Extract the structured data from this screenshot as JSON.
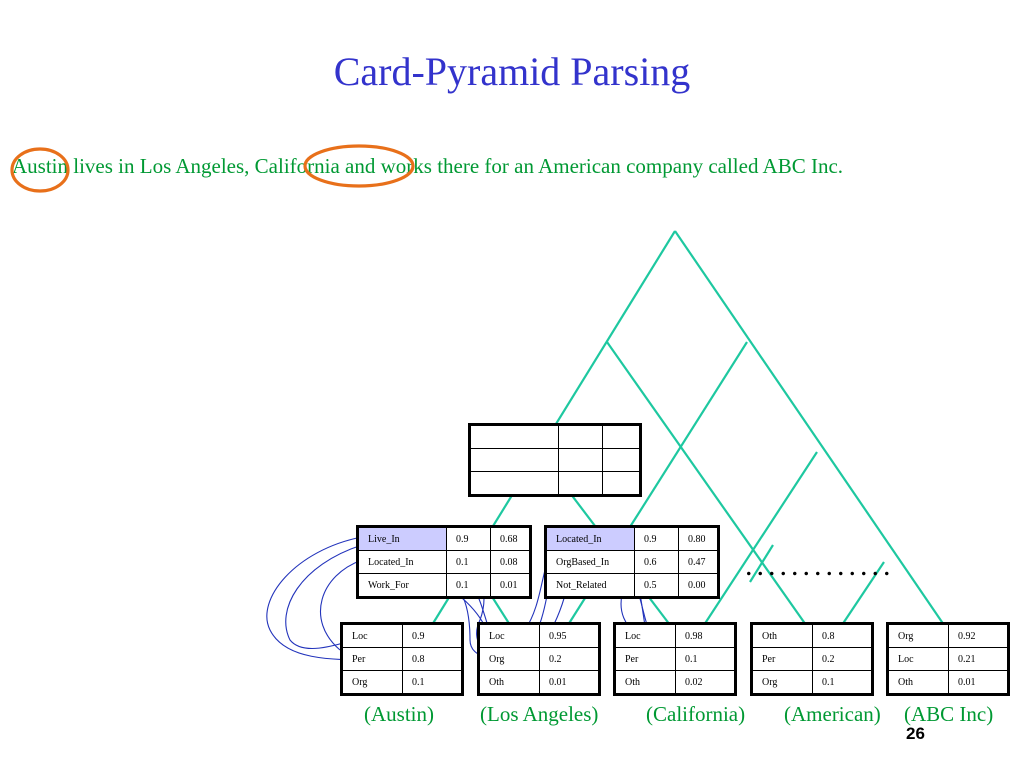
{
  "title": "Card-Pyramid Parsing",
  "sentence": "Austin lives in Los Angeles, California and works there for an American company called ABC Inc.",
  "colors": {
    "title": "#3333cc",
    "text": "#009933",
    "pyramid": "#1ec8a0",
    "circle": "#e8701a",
    "links": "#2233bb",
    "highlight": "#ccccff"
  },
  "relation_tables": [
    {
      "rows": [
        [
          "Live_In",
          "0.9",
          "0.68"
        ],
        [
          "Located_In",
          "0.1",
          "0.08"
        ],
        [
          "Work_For",
          "0.1",
          "0.01"
        ]
      ]
    },
    {
      "rows": [
        [
          "Located_In",
          "0.9",
          "0.80"
        ],
        [
          "OrgBased_In",
          "0.6",
          "0.47"
        ],
        [
          "Not_Related",
          "0.5",
          "0.00"
        ]
      ]
    }
  ],
  "entity_tables": [
    {
      "label": "(Austin)",
      "rows": [
        [
          "Loc",
          "0.9"
        ],
        [
          "Per",
          "0.8"
        ],
        [
          "Org",
          "0.1"
        ]
      ]
    },
    {
      "label": "(Los Angeles)",
      "rows": [
        [
          "Loc",
          "0.95"
        ],
        [
          "Org",
          "0.2"
        ],
        [
          "Oth",
          "0.01"
        ]
      ]
    },
    {
      "label": "(California)",
      "rows": [
        [
          "Loc",
          "0.98"
        ],
        [
          "Per",
          "0.1"
        ],
        [
          "Oth",
          "0.02"
        ]
      ]
    },
    {
      "label": "(American)",
      "rows": [
        [
          "Oth",
          "0.8"
        ],
        [
          "Per",
          "0.2"
        ],
        [
          "Org",
          "0.1"
        ]
      ]
    },
    {
      "label": "(ABC Inc)",
      "rows": [
        [
          "Org",
          "0.92"
        ],
        [
          "Loc",
          "0.21"
        ],
        [
          "Oth",
          "0.01"
        ]
      ]
    }
  ],
  "ellipsis": ".............",
  "page_number": "26"
}
